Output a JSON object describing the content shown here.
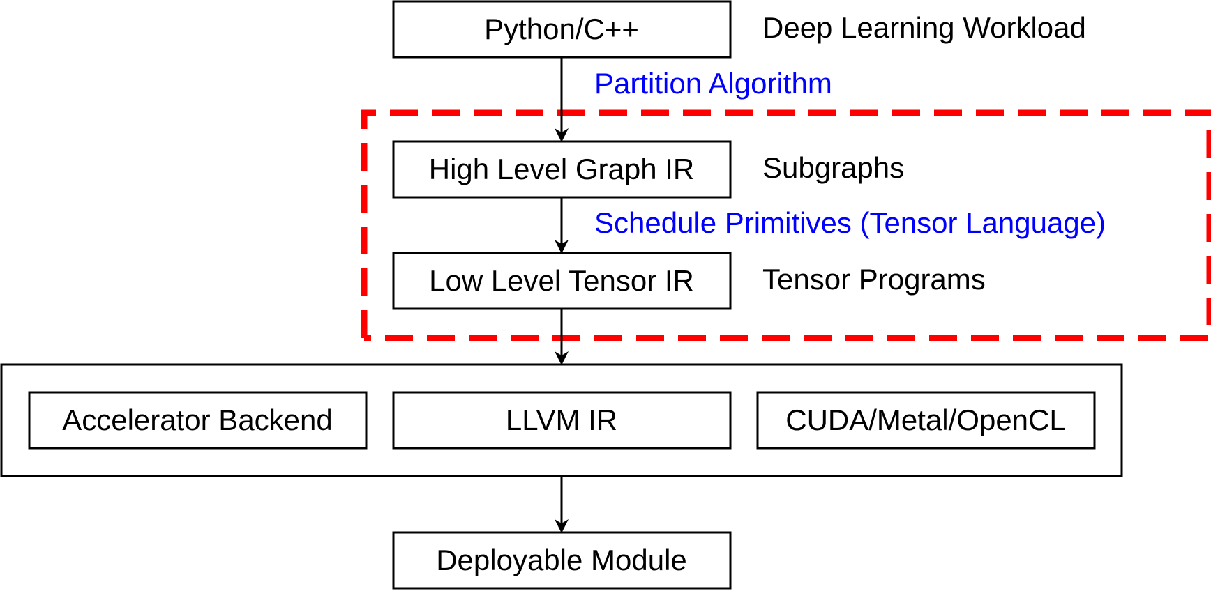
{
  "boxes": {
    "python_cpp": "Python/C++",
    "high_level_graph_ir": "High Level Graph IR",
    "low_level_tensor_ir": "Low Level Tensor IR",
    "accelerator_backend": "Accelerator Backend",
    "llvm_ir": "LLVM IR",
    "cuda_metal_opencl": "CUDA/Metal/OpenCL",
    "deployable_module": "Deployable Module"
  },
  "side_labels": {
    "deep_learning_workload": "Deep Learning Workload",
    "subgraphs": "Subgraphs",
    "tensor_programs": "Tensor Programs"
  },
  "edge_labels": {
    "partition_algorithm": "Partition Algorithm",
    "schedule_primitives": "Schedule Primitives (Tensor Language)"
  },
  "colors": {
    "edge_label": "#0000ff",
    "dashed_region": "#ff0000",
    "stroke": "#000000"
  }
}
